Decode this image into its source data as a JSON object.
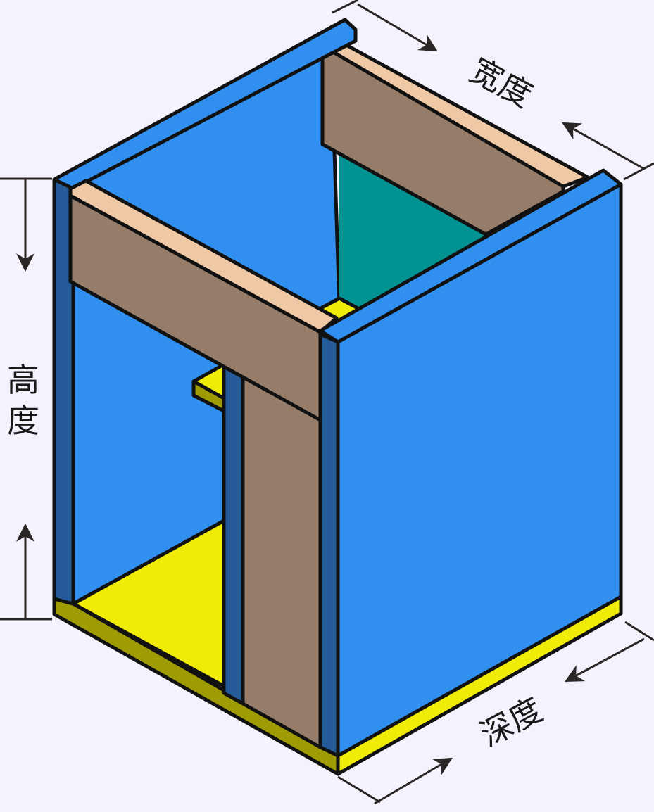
{
  "labels": {
    "width": "宽度",
    "height_top": "高",
    "height_bottom": "度",
    "depth": "深度"
  },
  "colors": {
    "background": "#f4f2fc",
    "panel_blue": "#318ff0",
    "panel_edge_dark": "#245b98",
    "rail_brown": "#957d6a",
    "rail_edge_light": "#efc9a6",
    "base_yellow": "#f0ec07",
    "base_yellow_dark": "#9f9b03",
    "back_teal": "#009391",
    "outline": "#111111",
    "dimension_line": "#2b2525"
  }
}
